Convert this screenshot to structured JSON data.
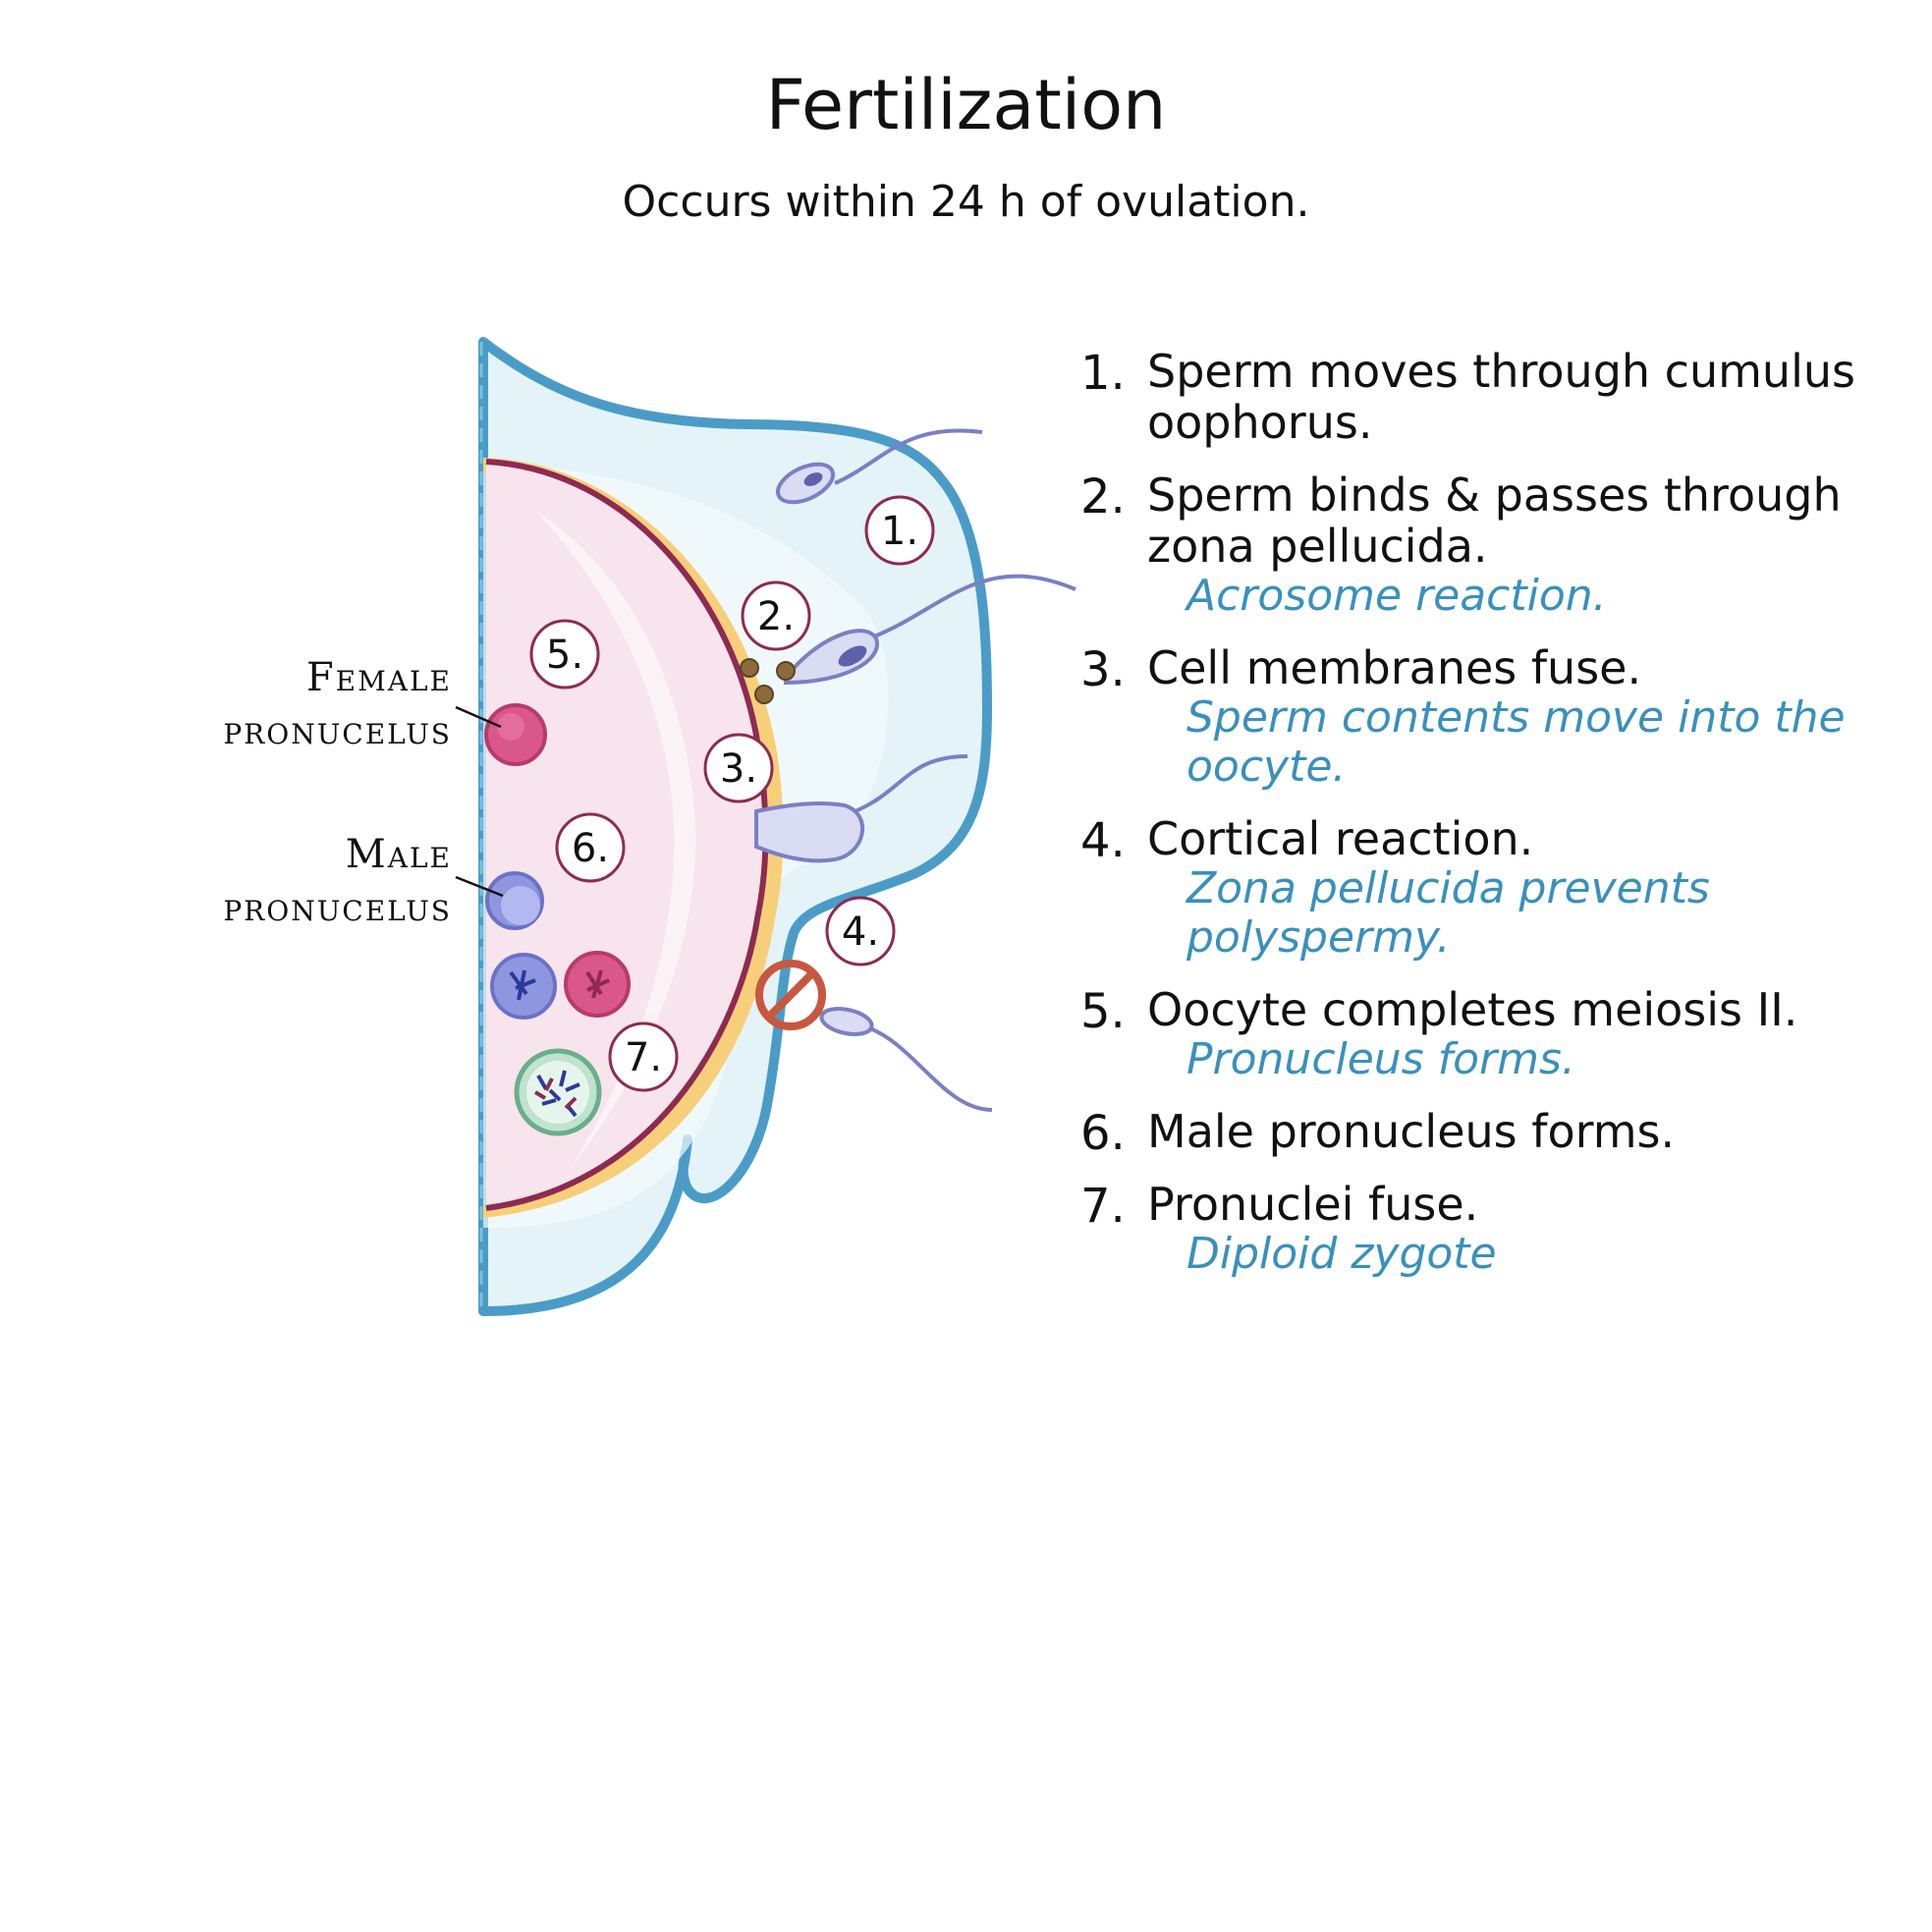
{
  "header": {
    "title": "Fertilization",
    "subtitle": "Occurs within 24 h of ovulation."
  },
  "diagram": {
    "labels": {
      "female_line1": "Female",
      "female_line2": "pronucelus",
      "male_line1": "Male",
      "male_line2": "pronucelus"
    },
    "markers": [
      "1.",
      "2.",
      "3.",
      "4.",
      "5.",
      "6.",
      "7."
    ],
    "colors": {
      "zona_outer": "#4a9cc7",
      "cumulus_fill": "#e3f3f8",
      "zona_yellow": "#f7cf7a",
      "membrane": "#8e2a52",
      "cytoplasm": "#f8e4ec",
      "sperm": "#7b7fc4",
      "female_pronucleus": "#d9578a",
      "male_pronucleus": "#8f96e0",
      "zygote": "#bfe3cf",
      "block": "#c9573f"
    }
  },
  "steps": [
    {
      "num": "1.",
      "main": "Sperm moves through cumulus oophorus.",
      "sub": ""
    },
    {
      "num": "2.",
      "main": "Sperm binds & passes through zona pellucida.",
      "sub": "Acrosome reaction."
    },
    {
      "num": "3.",
      "main": "Cell membranes fuse.",
      "sub": "Sperm contents move into the oocyte."
    },
    {
      "num": "4.",
      "main": "Cortical reaction.",
      "sub": "Zona pellucida prevents polyspermy."
    },
    {
      "num": "5.",
      "main": "Oocyte completes meiosis II.",
      "sub": "Pronucleus forms."
    },
    {
      "num": "6.",
      "main": "Male pronucleus forms.",
      "sub": ""
    },
    {
      "num": "7.",
      "main": "Pronuclei fuse.",
      "sub": "Diploid zygote"
    }
  ]
}
